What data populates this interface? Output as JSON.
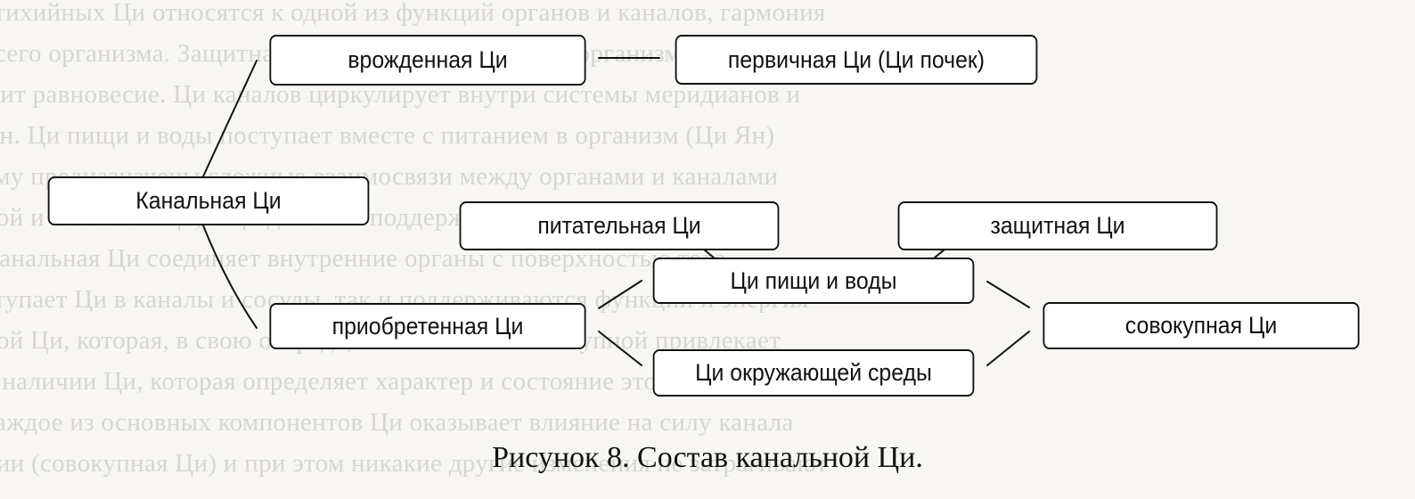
{
  "diagram": {
    "nodes": {
      "kanal": "Канальная Ци",
      "vrozh": "врожденная Ци",
      "perv": "первичная Ци (Ци почек)",
      "priob": "приобретенная Ци",
      "pitat": "питательная Ци",
      "zasch": "защитная Ци",
      "pisch": "Ци пищи и воды",
      "okruzh": "Ци окружающей среды",
      "sovok": "совокупная Ци"
    },
    "edges": [
      [
        "kanal",
        "vrozh"
      ],
      [
        "kanal",
        "priob"
      ],
      [
        "vrozh",
        "perv"
      ],
      [
        "priob",
        "pisch"
      ],
      [
        "priob",
        "okruzh"
      ],
      [
        "pisch",
        "pitat"
      ],
      [
        "pisch",
        "zasch"
      ],
      [
        "pisch",
        "sovok"
      ],
      [
        "okruzh",
        "sovok"
      ]
    ]
  },
  "caption": "Рисунок 8. Состав канальной Ци."
}
